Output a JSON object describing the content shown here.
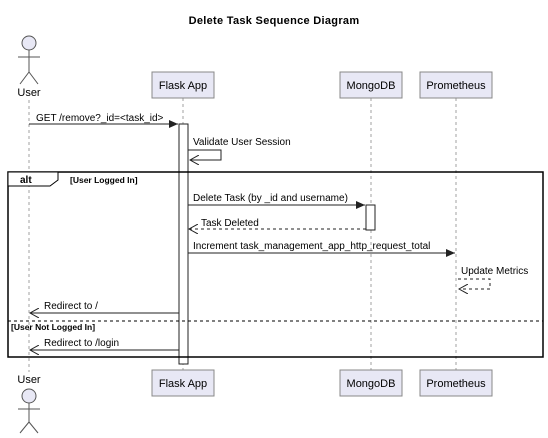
{
  "diagram": {
    "title": "Delete Task Sequence Diagram",
    "participants": {
      "user": "User",
      "flask": "Flask App",
      "mongo": "MongoDB",
      "prometheus": "Prometheus"
    },
    "messages": {
      "get_remove": "GET /remove?_id=<task_id>",
      "validate": "Validate User Session",
      "delete_task": "Delete Task (by _id and username)",
      "task_deleted": "Task Deleted",
      "increment": "Increment task_management_app_http_request_total",
      "update_metrics": "Update Metrics",
      "redirect_root": "Redirect to /",
      "redirect_login": "Redirect to /login"
    },
    "fragment": {
      "operator": "alt",
      "guard_1": "[User Logged In]",
      "guard_2": "[User Not Logged In]"
    }
  },
  "colors": {
    "participant_fill": "#e8e8f5",
    "participant_stroke": "#888888",
    "lifeline": "#a0a0a0",
    "line": "#222222"
  }
}
